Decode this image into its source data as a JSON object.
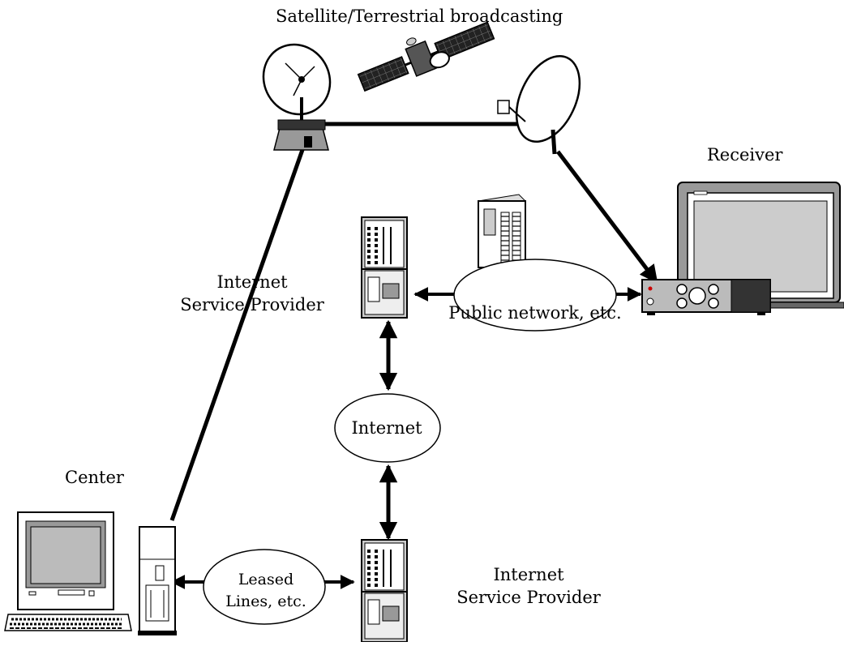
{
  "diagram": {
    "labels": {
      "broadcast": "Satellite/Terrestrial broadcasting",
      "receiver": "Receiver",
      "isp_top_line1": "Internet",
      "isp_top_line2": "Service Provider",
      "public_network": "Public network, etc.",
      "internet": "Internet",
      "center": "Center",
      "leased_line1": "Leased",
      "leased_line2": "Lines, etc.",
      "isp_bottom_line1": "Internet",
      "isp_bottom_line2": "Service Provider"
    },
    "icons": [
      "satellite-icon",
      "uplink-dish-icon",
      "receiving-dish-icon",
      "television-icon",
      "set-top-box-icon",
      "server-rack-icon",
      "server-tower-icon",
      "desktop-computer-icon",
      "keyboard-icon"
    ]
  }
}
